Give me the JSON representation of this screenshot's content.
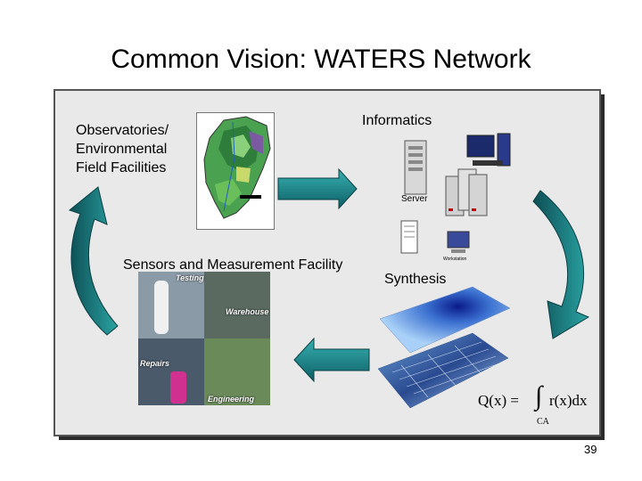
{
  "slide": {
    "title": "Common Vision: WATERS Network",
    "page_number": "39"
  },
  "labels": {
    "observatories": "Observatories/ Environmental Field Facilities",
    "informatics": "Informatics",
    "sensors": "Sensors and Measurement Facility",
    "synthesis": "Synthesis"
  },
  "informatics_icons": {
    "server_caption": "Server",
    "workstation_caption": "Workstation"
  },
  "photos": {
    "tags": [
      "Testing",
      "Warehouse",
      "Repairs",
      "Engineering"
    ]
  },
  "formula": {
    "lhs": "Q(x) =",
    "rhs": "r(x)dx",
    "integral": "∫",
    "subscript": "CA"
  },
  "colors": {
    "arrow_teal": "#1a8a8a",
    "arrow_dark": "#0d4f55",
    "panel_bg": "#e9e9e9"
  }
}
